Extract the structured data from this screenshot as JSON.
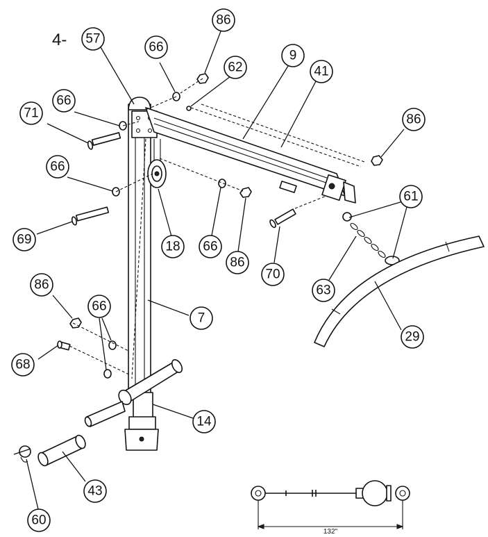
{
  "diagram": {
    "assembly_prefix": "4-",
    "callouts": {
      "c57": "57",
      "c66a": "66",
      "c86a": "86",
      "c62": "62",
      "c9": "9",
      "c41": "41",
      "c66b": "66",
      "c71": "71",
      "c86b": "86",
      "c66c": "66",
      "c69": "69",
      "c18": "18",
      "c66d": "66",
      "c86c": "86",
      "c70": "70",
      "c61": "61",
      "c63": "63",
      "c29": "29",
      "c7": "7",
      "c86d": "86",
      "c66e": "66",
      "c68": "68",
      "c14": "14",
      "c43": "43",
      "c60": "60"
    },
    "cable_length": "132\""
  }
}
